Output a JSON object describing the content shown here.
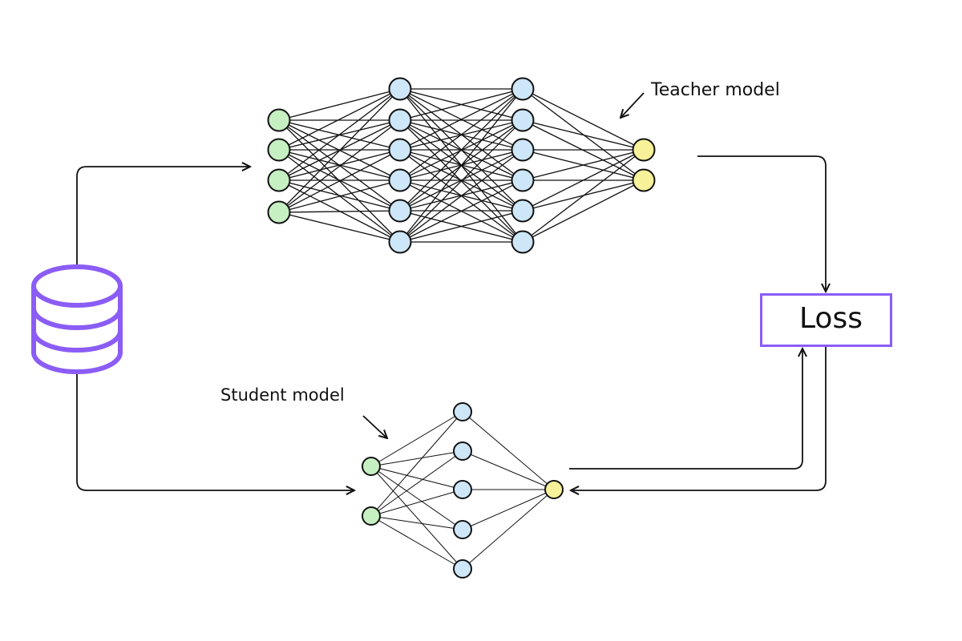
{
  "labels": {
    "teacher": "Teacher model",
    "student": "Student model",
    "loss": "Loss"
  },
  "teacher_network": {
    "layers": [
      {
        "role": "input",
        "nodes": 4
      },
      {
        "role": "hidden",
        "nodes": 6
      },
      {
        "role": "hidden",
        "nodes": 6
      },
      {
        "role": "output",
        "nodes": 2
      }
    ]
  },
  "student_network": {
    "layers": [
      {
        "role": "input",
        "nodes": 2
      },
      {
        "role": "hidden",
        "nodes": 5
      },
      {
        "role": "output",
        "nodes": 1
      }
    ]
  },
  "colors": {
    "input": "#c6efc2",
    "hidden": "#cde6f8",
    "output": "#f7f19a",
    "accent": "#8b5cf6",
    "stroke": "#111111"
  },
  "icons": {
    "dataset": "database-icon"
  }
}
